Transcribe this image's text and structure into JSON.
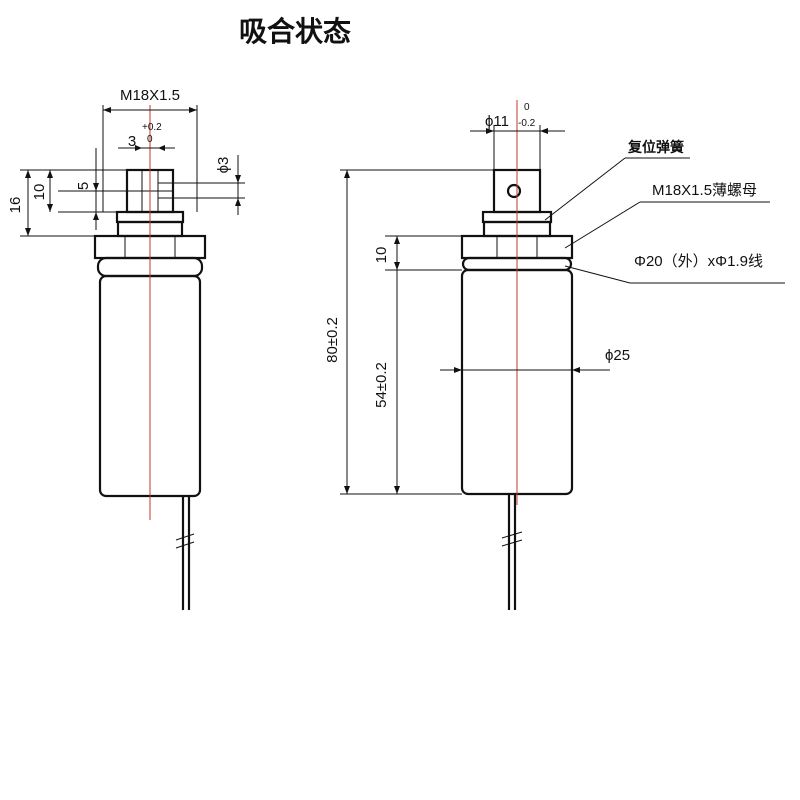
{
  "title": "吸合状态",
  "left_view": {
    "thread_label": "M18X1.5",
    "slot_width": "3",
    "slot_tol_upper": "+0.2",
    "slot_tol_lower": "0",
    "hole_dia": "ϕ3",
    "dim_16": "16",
    "dim_10": "10",
    "dim_5": "5"
  },
  "right_view": {
    "shaft_dia": "ϕ11",
    "shaft_tol_upper": "0",
    "shaft_tol_lower": "-0.2",
    "callout_spring": "复位弹簧",
    "callout_nut": "M18X1.5薄螺母",
    "callout_oring": "Φ20（外）xΦ1.9线",
    "body_dia": "ϕ25",
    "dim_total": "80±0.2",
    "dim_body": "54±0.2",
    "dim_10": "10"
  }
}
